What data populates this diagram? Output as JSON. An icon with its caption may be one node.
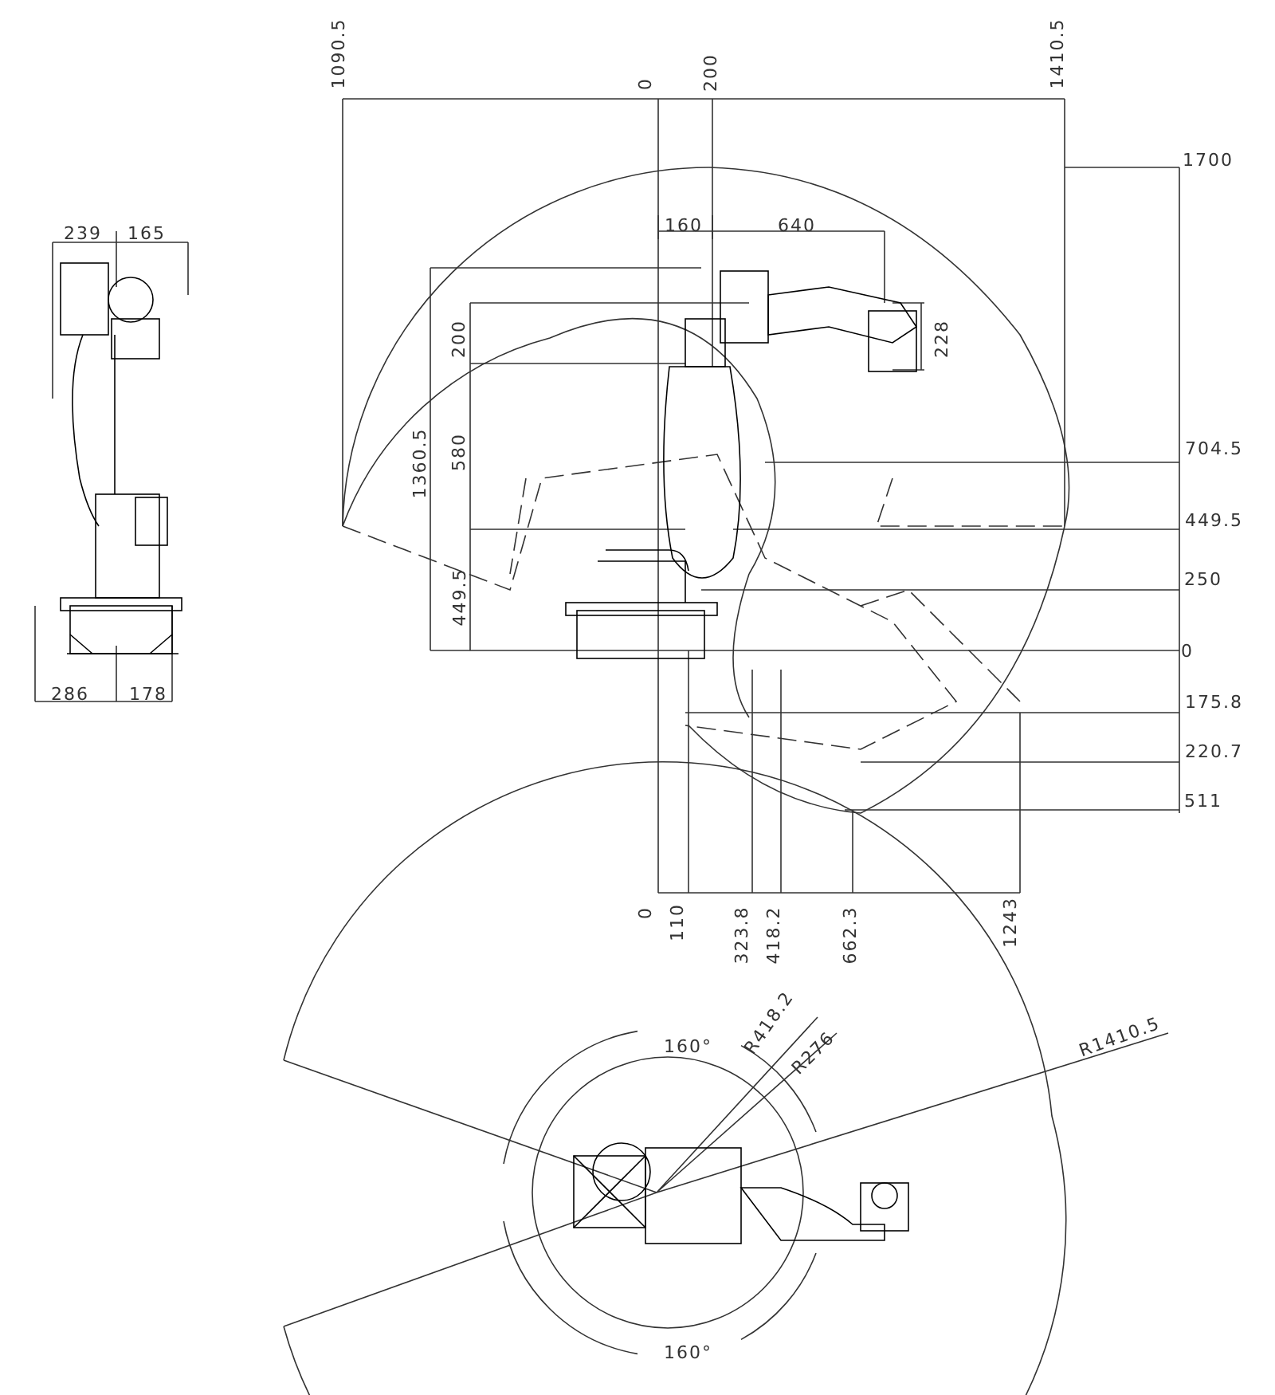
{
  "diagram": {
    "labels": [
      "1090.5",
      "0",
      "200",
      "1410.5",
      "1700",
      "239",
      "165",
      "160",
      "640",
      "200",
      "228",
      "1360.5",
      "580",
      "704.5",
      "449.5",
      "250",
      "449.5",
      "0",
      "175.8",
      "220.7",
      "286",
      "178",
      "511",
      "0",
      "110",
      "323.8",
      "418.2",
      "662.3",
      "1243",
      "160°",
      "R418.2",
      "R276",
      "R1410.5",
      "160°"
    ]
  }
}
